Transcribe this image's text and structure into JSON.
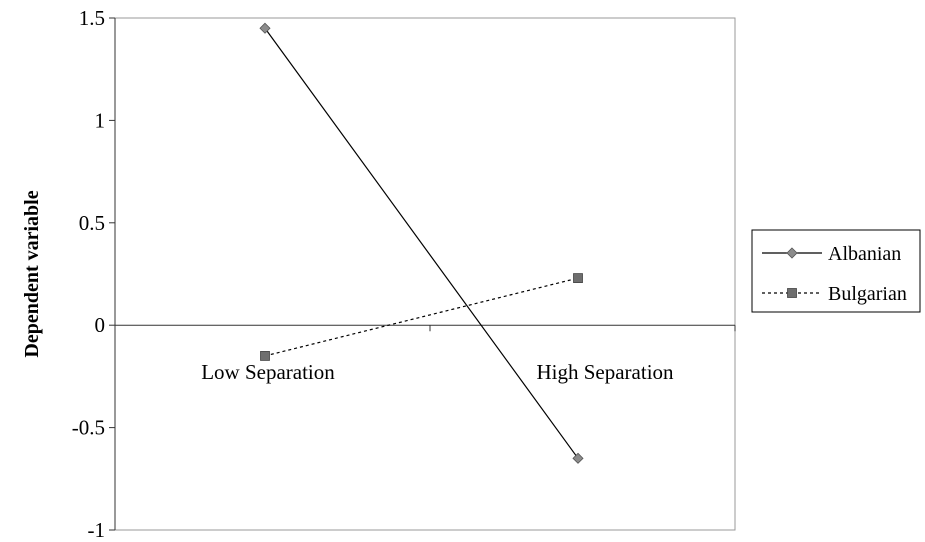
{
  "chart_data": {
    "type": "line",
    "title": "",
    "xlabel": "",
    "ylabel": "Dependent variable",
    "categories": [
      "Low Separation",
      "High Separation"
    ],
    "ylim": [
      -1,
      1.5
    ],
    "yticks": [
      "1.5",
      "1",
      "0.5",
      "0",
      "-0.5",
      "-1"
    ],
    "yticks_values": [
      1.5,
      1,
      0.5,
      0,
      -0.5,
      -1
    ],
    "grid": false,
    "legend_position": "right",
    "series": [
      {
        "name": "Albanian",
        "values": [
          1.45,
          -0.65
        ],
        "marker": "diamond",
        "line": "solid",
        "color": "#000000",
        "marker_color": "#8c8c8c"
      },
      {
        "name": "Bulgarian",
        "values": [
          -0.15,
          0.23
        ],
        "marker": "square",
        "line": "dotted",
        "color": "#000000",
        "marker_color": "#6e6e6e"
      }
    ]
  }
}
